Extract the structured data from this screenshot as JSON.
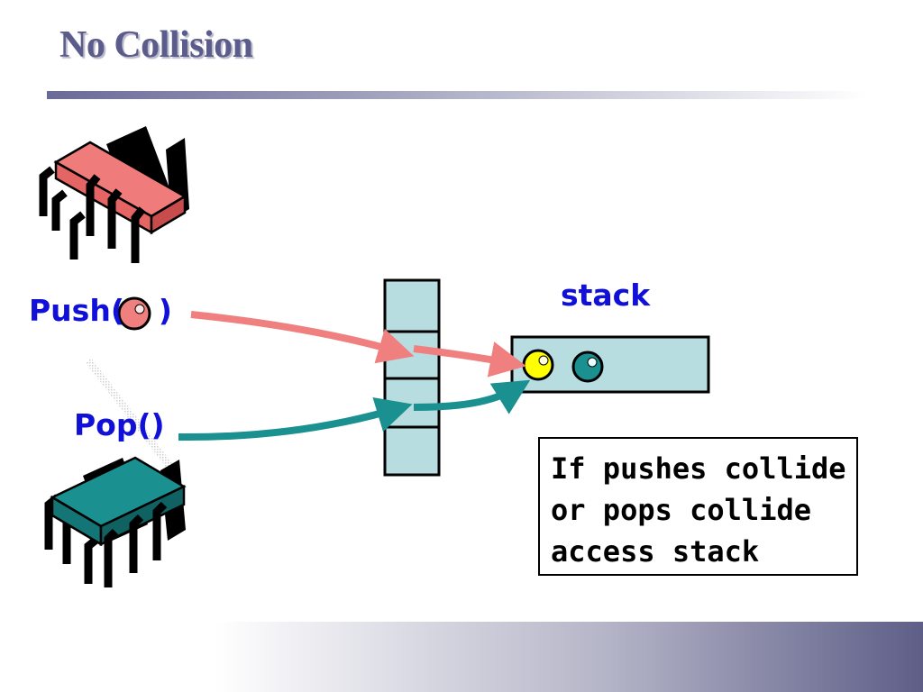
{
  "slide": {
    "title": "No Collision"
  },
  "diagram": {
    "push_label_pre": "Push(",
    "push_label_post": ")",
    "pop_label": "Pop()",
    "stack_label": "stack",
    "note_lines": [
      "If pushes collide",
      "or pops collide",
      "access stack"
    ]
  },
  "colors": {
    "title": "#5b5b8c",
    "label_blue": "#1010d8",
    "push_thread": "#f08080",
    "pop_thread": "#1a9090",
    "slot_fill": "#b8dde0",
    "ball_yellow": "#ffff00",
    "ball_teal": "#1a9090",
    "ball_pink": "#f08080"
  },
  "icons": [
    "thread-chip-push-icon",
    "thread-chip-pop-icon"
  ]
}
